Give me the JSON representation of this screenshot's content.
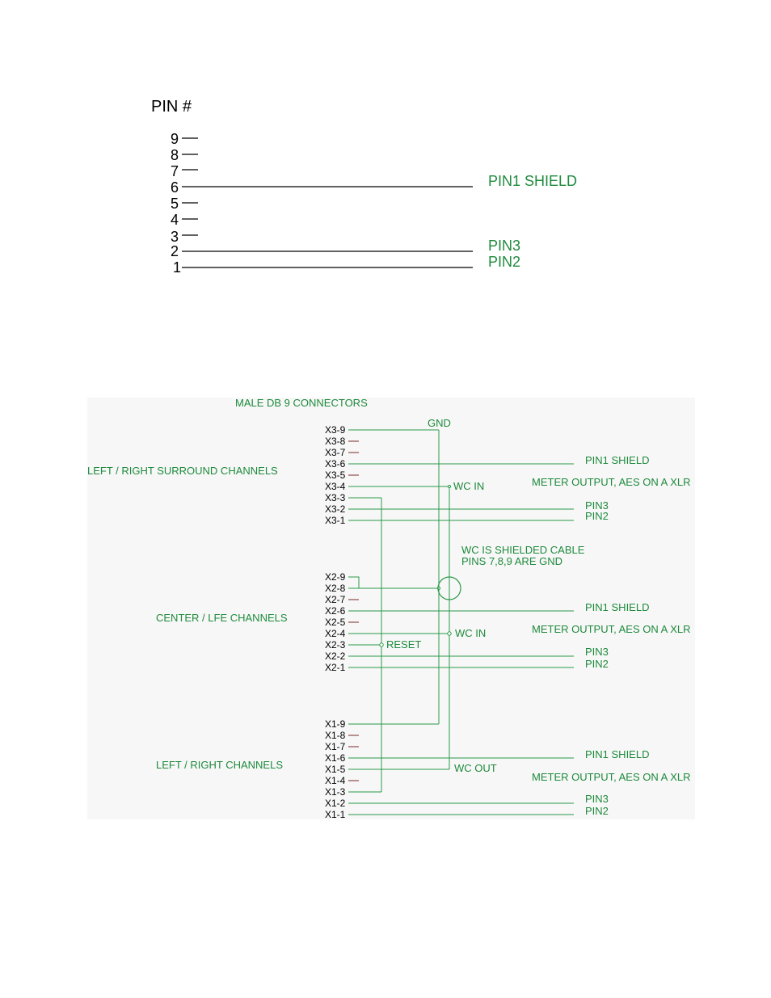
{
  "colors": {
    "green_text": "#1e8a3c",
    "wire_green": "#2a9a48",
    "stub_red": "#7a2a2a",
    "black": "#000000"
  },
  "pinout": {
    "title": "PIN #",
    "pins": [
      "9",
      "8",
      "7",
      "6",
      "5",
      "4",
      "3",
      "2",
      "1"
    ],
    "wired": [
      {
        "pin": "6",
        "label": "PIN1 SHIELD"
      },
      {
        "pin": "2",
        "label": "PIN3"
      },
      {
        "pin": "1",
        "label": "PIN2"
      }
    ]
  },
  "wiring": {
    "title": "MALE DB 9 CONNECTORS",
    "gnd_label": "GND",
    "shield_note_1": "WC IS SHIELDED CABLE",
    "shield_note_2": "PINS 7,8,9 ARE GND",
    "groups": [
      {
        "id": "x3",
        "name": "LEFT / RIGHT SURROUND CHANNELS",
        "pins": [
          "X3-9",
          "X3-8",
          "X3-7",
          "X3-6",
          "X3-5",
          "X3-4",
          "X3-3",
          "X3-2",
          "X3-1"
        ],
        "shield_label": "PIN1 SHIELD",
        "wc_label": "WC IN",
        "meter_label": "METER OUTPUT, AES ON A XLR",
        "pin3_label": "PIN3",
        "pin2_label": "PIN2"
      },
      {
        "id": "x2",
        "name": "CENTER / LFE CHANNELS",
        "pins": [
          "X2-9",
          "X2-8",
          "X2-7",
          "X2-6",
          "X2-5",
          "X2-4",
          "X2-3",
          "X2-2",
          "X2-1"
        ],
        "shield_label": "PIN1 SHIELD",
        "wc_label": "WC IN",
        "reset_label": "RESET",
        "meter_label": "METER OUTPUT, AES ON A XLR",
        "pin3_label": "PIN3",
        "pin2_label": "PIN2"
      },
      {
        "id": "x1",
        "name": "LEFT / RIGHT CHANNELS",
        "pins": [
          "X1-9",
          "X1-8",
          "X1-7",
          "X1-6",
          "X1-5",
          "X1-4",
          "X1-3",
          "X1-2",
          "X1-1"
        ],
        "shield_label": "PIN1 SHIELD",
        "wc_label": "WC OUT",
        "meter_label": "METER OUTPUT, AES ON A XLR",
        "pin3_label": "PIN3",
        "pin2_label": "PIN2"
      }
    ]
  }
}
